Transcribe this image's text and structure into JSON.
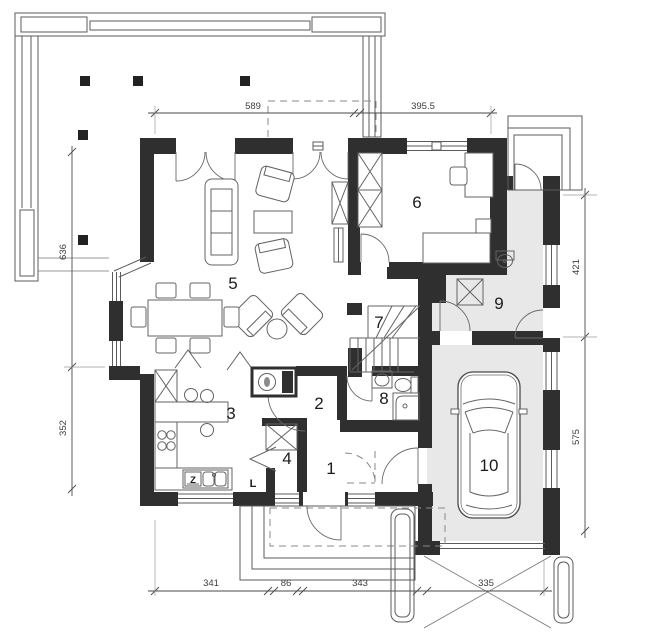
{
  "plan": {
    "type": "house-ground-floor-plan",
    "rooms": {
      "r1": "1",
      "r2": "2",
      "r3": "3",
      "r4": "4",
      "r5": "5",
      "r6": "6",
      "r7": "7",
      "r8": "8",
      "r9": "9",
      "r10": "10"
    },
    "appliances": {
      "fridge": "L",
      "sink": "Z"
    },
    "dims": {
      "top1": "589",
      "top2": "395.5",
      "left1": "636",
      "left2": "352",
      "right1": "421",
      "right2": "575",
      "bottom1": "341",
      "bottom2": "86",
      "bottom3": "343",
      "bottom4": "335"
    },
    "colors": {
      "wall": "#2f2f2f",
      "floor_shade": "#e8e8e8",
      "line": "#5b5b5b",
      "dim_text": "#3d3d3d"
    }
  }
}
